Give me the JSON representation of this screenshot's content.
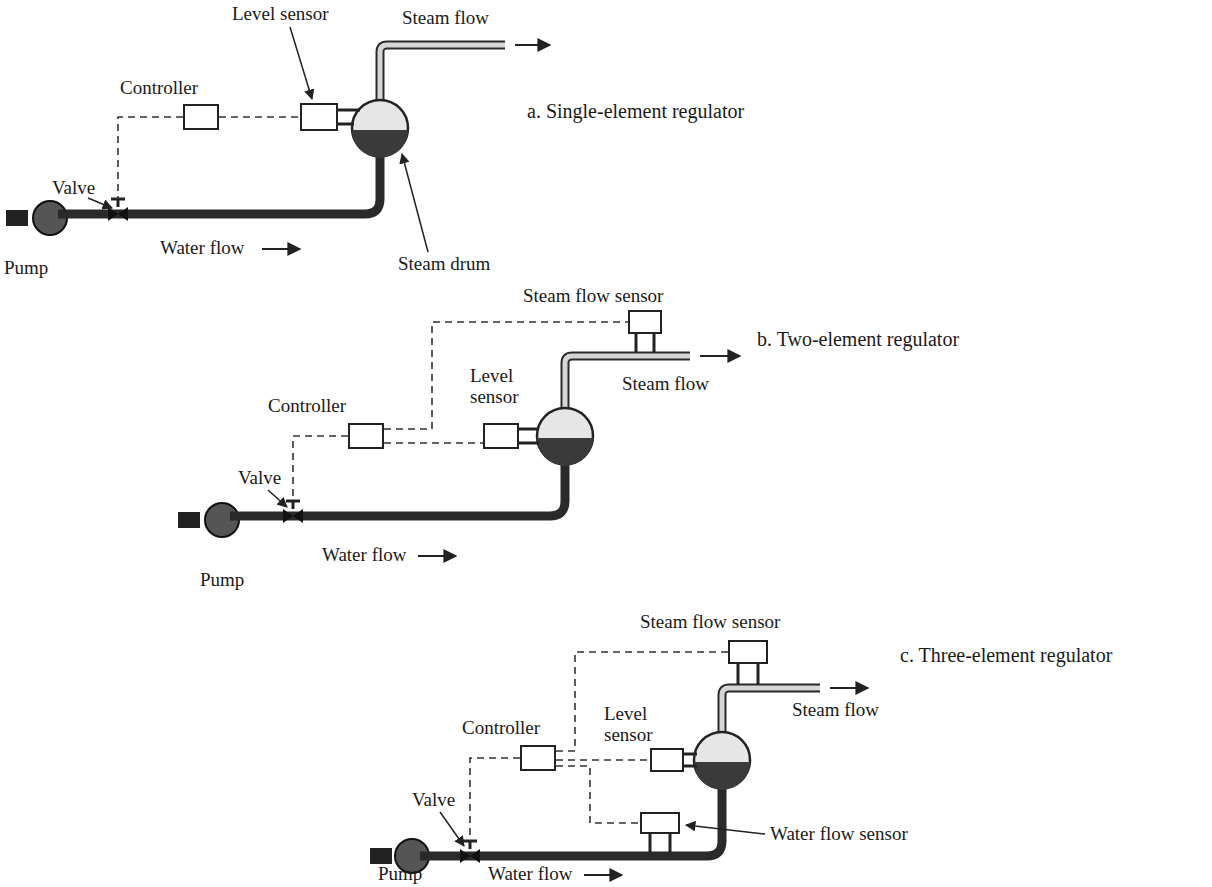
{
  "diagram": {
    "nodes": [
      {
        "text": [
          "Controller"
        ]
      },
      {
        "text": [
          "Level sensor"
        ]
      },
      {
        "text": [
          "Steam flow sensor"
        ]
      },
      {
        "text": [
          "Controller"
        ]
      },
      {
        "text": [
          "Level sensor"
        ]
      },
      {
        "text": [
          "Steam flow sensor"
        ]
      },
      {
        "text": [
          "Controller"
        ]
      },
      {
        "text": [
          "Level sensor"
        ]
      },
      {
        "text": [
          "Water flow sensor"
        ]
      }
    ],
    "edges": [
      {
        "from": 0,
        "to": 1,
        "arrow": "none"
      },
      {
        "from": 3,
        "to": 2,
        "arrow": "none"
      },
      {
        "from": 3,
        "to": 4,
        "arrow": "none"
      },
      {
        "from": 6,
        "to": 5,
        "arrow": "none"
      },
      {
        "from": 6,
        "to": 7,
        "arrow": "none"
      },
      {
        "from": 6,
        "to": 8,
        "arrow": "none"
      }
    ],
    "labels": [
      "Steam flow",
      "a. Single-element regulator",
      "Valve",
      "Pump",
      "Water flow",
      "Steam drum",
      "Steam flow",
      "b. Two-element regulator",
      "Valve",
      "Pump",
      "Water flow",
      "Steam flow",
      "c. Three-element regulator",
      "Valve",
      "Pump",
      "Water flow"
    ]
  }
}
